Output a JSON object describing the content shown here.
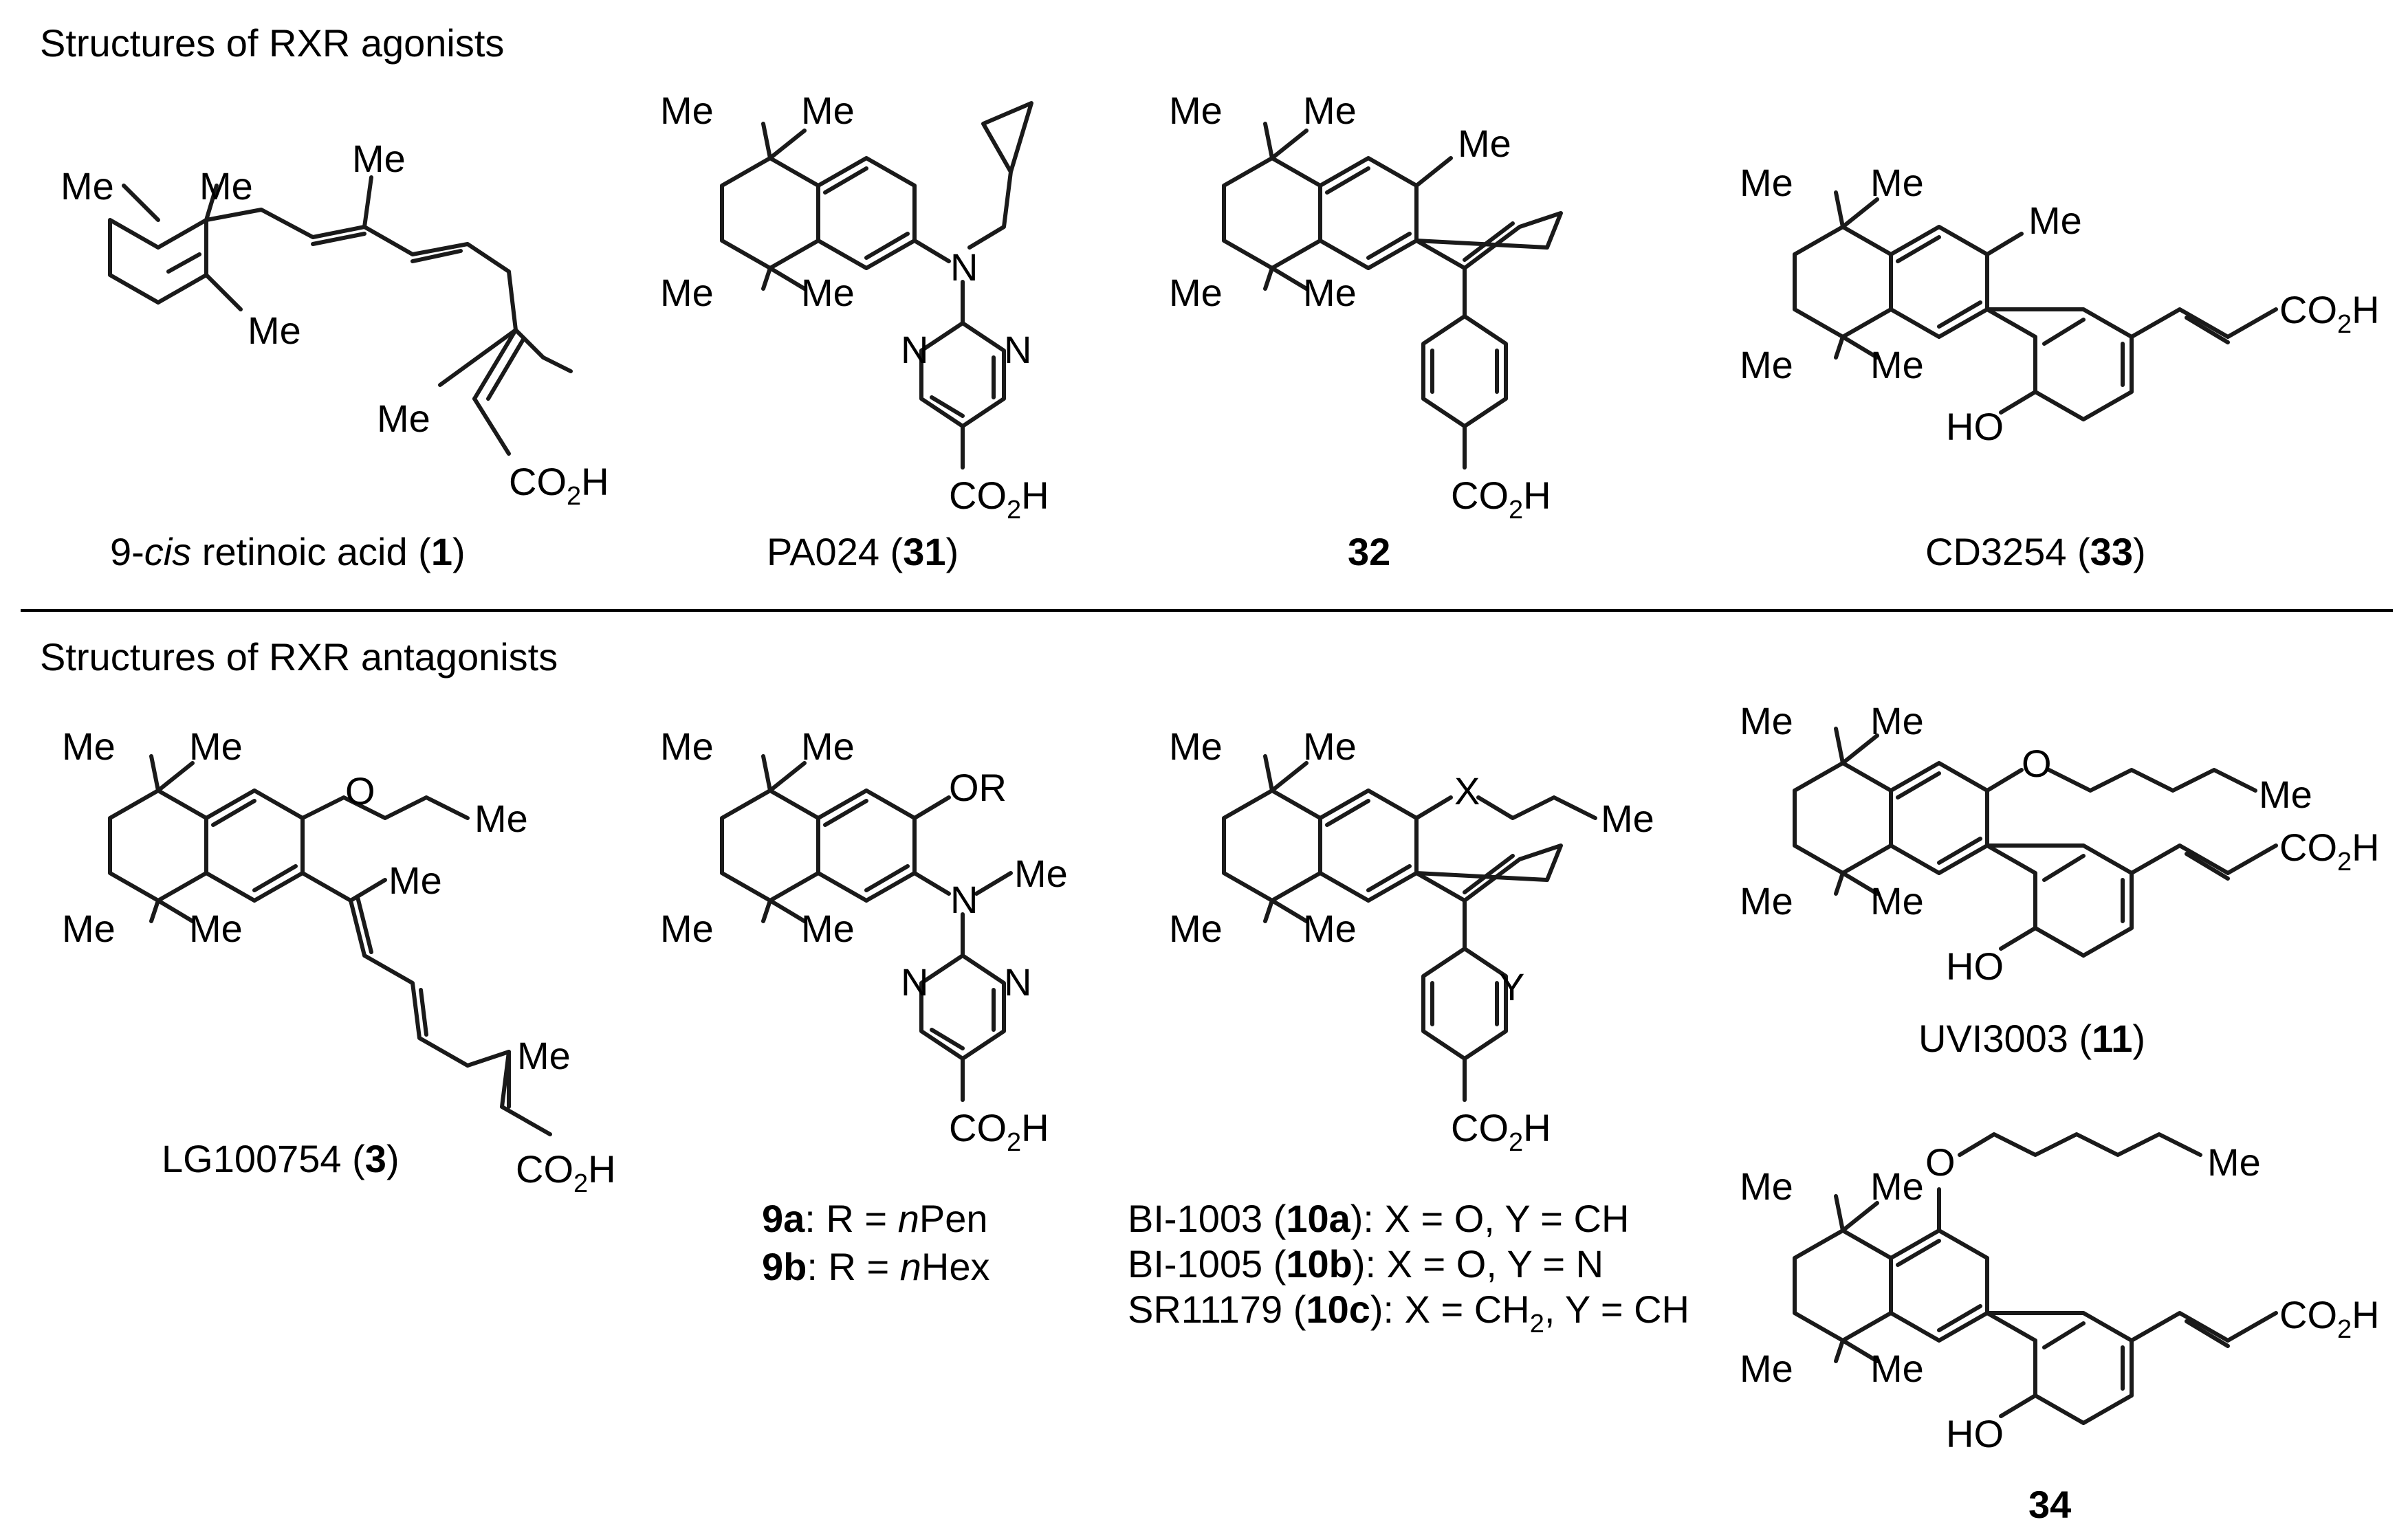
{
  "sections": {
    "agonists_title": "Structures of RXR agonists",
    "antagonists_title": "Structures of RXR antagonists"
  },
  "atoms": {
    "me": "Me",
    "co2h_co": "CO",
    "co2h_sub": "2",
    "co2h_h": "H",
    "n": "N",
    "o": "O",
    "ho": "HO",
    "or": "OR",
    "x": "X",
    "y": "Y"
  },
  "compounds": {
    "c1": {
      "pre": "9-",
      "ital": "cis",
      "post": " retinoic acid (",
      "num": "1",
      "close": ")"
    },
    "c31": {
      "pre": "PA024 (",
      "num": "31",
      "close": ")"
    },
    "c32": {
      "num": "32"
    },
    "c33": {
      "pre": "CD3254 (",
      "num": "33",
      "close": ")"
    },
    "c3": {
      "pre": "LG100754 (",
      "num": "3",
      "close": ")"
    },
    "c9a": {
      "num": "9a",
      "pre": ": R = ",
      "ital": "n",
      "post": "Pen"
    },
    "c9b": {
      "num": "9b",
      "pre": ": R = ",
      "ital": "n",
      "post": "Hex"
    },
    "c10a": {
      "pre": "BI-1003 (",
      "num": "10a",
      "post": "): X = O, Y = CH"
    },
    "c10b": {
      "pre": "BI-1005 (",
      "num": "10b",
      "post": "): X = O, Y = N"
    },
    "c10c": {
      "pre": "SR11179 (",
      "num": "10c",
      "mid": "): X = CH",
      "sub": "2",
      "post": ", Y = CH"
    },
    "c11": {
      "pre": "UVI3003 (",
      "num": "11",
      "close": ")"
    },
    "c34": {
      "num": "34"
    }
  }
}
